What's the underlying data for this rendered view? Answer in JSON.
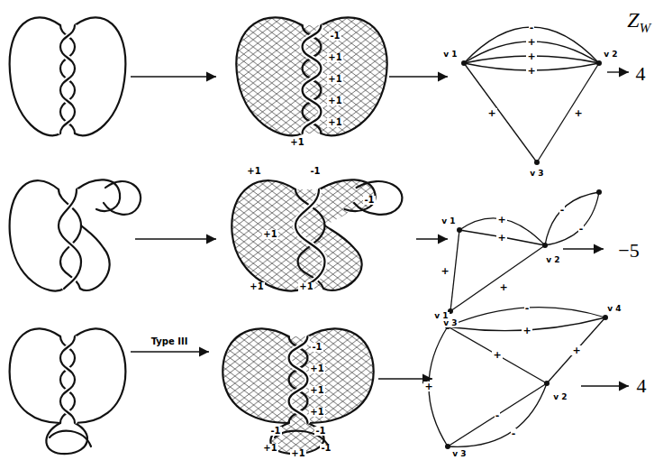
{
  "diagram": {
    "labels": [
      "Z",
      "W",
      "-1",
      "+1",
      "+1",
      "+1",
      "+1",
      "+1",
      "v 1",
      "v 2",
      "v 3",
      "-",
      "+",
      "+",
      "+",
      "+",
      "+",
      "4",
      "+1",
      "-1",
      "-1",
      "+1",
      "+1",
      "+1",
      "v 1",
      "v 2",
      "v 3",
      "+",
      "+",
      "-",
      "-",
      "+",
      "+",
      "−5",
      "Type III",
      "-1",
      "+1",
      "+1",
      "+1",
      "-1",
      "-1",
      "+1",
      "-1",
      "+1",
      "v 1",
      "v 4",
      "v 2",
      "v 3",
      "-",
      "+",
      "+",
      "+",
      "+",
      "-",
      "-",
      "4"
    ]
  }
}
